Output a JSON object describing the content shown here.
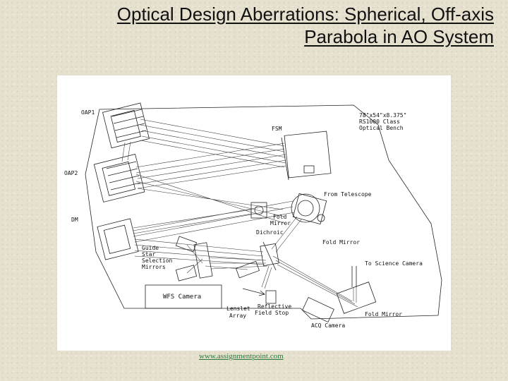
{
  "slide": {
    "title_line1": "Optical Design Aberrations: Spherical, Off-axis",
    "title_line2": "Parabola in AO System",
    "footer": "www.assignmentpoint.com"
  },
  "diagram": {
    "labels": {
      "oap1": "OAP1",
      "oap2": "OAP2",
      "dm": "DM",
      "fsm": "FSM",
      "bench_line1": "78\"x54\"x8.375\"",
      "bench_line2": "RS1000 Class",
      "bench_line3": "Optical Bench",
      "from_telescope": "From Telescope",
      "fold_mirror_top_line1": "Fold",
      "fold_mirror_top_line2": "Mirror",
      "dichroic": "Dichroic",
      "fold_mirror_mid": "Fold Mirror",
      "guide_line1": "Guide",
      "guide_line2": "Star",
      "guide_line3": "Selection",
      "guide_line4": "Mirrors",
      "to_science_camera": "To Science Camera",
      "wfs_camera": "WFS Camera",
      "lenslet_line1": "Lenslet",
      "lenslet_line2": "Array",
      "field_stop_line1": "Reflective",
      "field_stop_line2": "Field Stop",
      "fold_mirror_bottom": "Fold Mirror",
      "acq_camera": "ACQ Camera"
    }
  }
}
